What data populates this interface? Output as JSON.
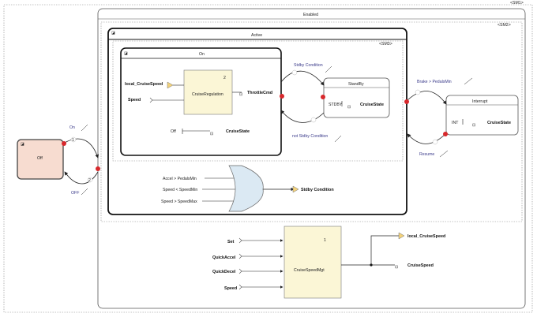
{
  "sm_labels": {
    "sm1": "<SM1>",
    "sm2": "<SM2>",
    "sm3": "<SM3>"
  },
  "states": {
    "enabled": "Enabled",
    "active": "Active",
    "on": "On",
    "off": "Off",
    "standby": "StandBy",
    "interrupt": "Interrupt"
  },
  "on_block": {
    "inputs": [
      "local_CruiseSpeed",
      "Speed"
    ],
    "block_label": "CruiseRegulation",
    "block_number": "2",
    "output": "ThrottleCmd",
    "off_label": "Off",
    "off_target": "CruiseState"
  },
  "standby_block": {
    "entry": "STDBY",
    "target": "CruiseState"
  },
  "interrupt_block": {
    "entry": "INT",
    "target": "CruiseState"
  },
  "transitions": {
    "stdby_condition": "Stdby Condition",
    "not_stdby_condition": "not Stdby Condition",
    "brake_pedal": "Brake > PedalsMin",
    "resume": "Resume",
    "on": "On",
    "off": "OFF",
    "num1": "1",
    "num2": "2"
  },
  "or_block": {
    "inputs": [
      "Accel > PedalsMin",
      "Speed < SpeedMin",
      "Speed > SpeedMax"
    ],
    "output": "Stdby Condition"
  },
  "speed_mgt": {
    "inputs": [
      "Set",
      "QuickAccel",
      "QuickDecel",
      "Speed"
    ],
    "block_label": "CruiseSpeedMgt",
    "block_number": "1",
    "outputs": [
      "local_CruiseSpeed",
      "CruiseSpeed"
    ]
  },
  "colors": {
    "block_fill": "#fbf6d6",
    "off_fill": "#f7dcd0",
    "port": "#d8282c",
    "or_fill": "#dbe9f3",
    "port_fill": "#f3d27a",
    "transition": "#3a3a8a"
  }
}
